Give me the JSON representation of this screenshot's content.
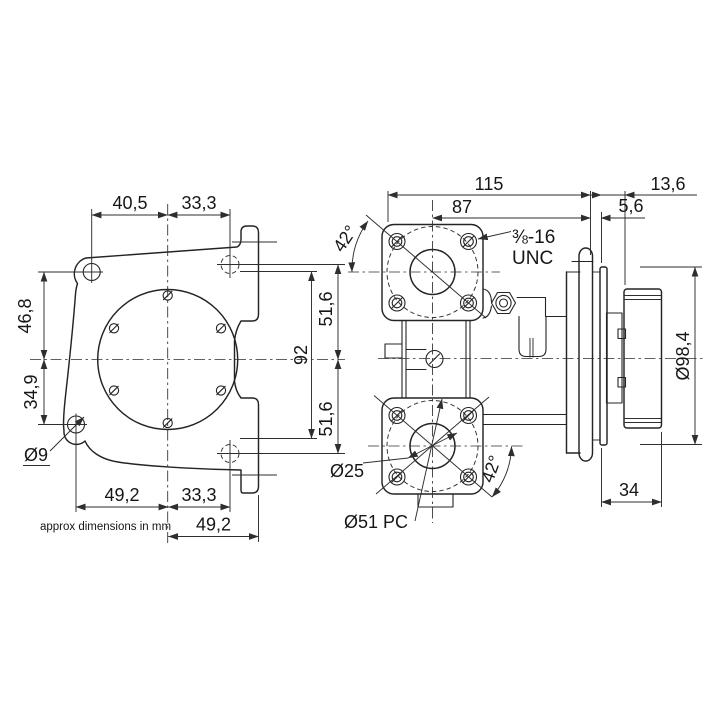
{
  "note": "approx dimensions in mm",
  "colors": {
    "line": "#242424",
    "background": "#ffffff"
  },
  "left_view": {
    "dims": {
      "top_left": "40,5",
      "top_right": "33,3",
      "left_upper": "46,8",
      "left_lower": "34,9",
      "bottom_row1_left": "49,2",
      "bottom_row1_right": "33,3",
      "bottom_row2": "49,2",
      "right_upper": "51,6",
      "right_middle": "92",
      "right_lower": "51,6",
      "hole_diameter": "Ø9"
    }
  },
  "right_view": {
    "dims": {
      "overall_width": "115",
      "flange_to_face": "87",
      "pulley_offset": "13,6",
      "plate_gap": "5,6",
      "angle_top": "42°",
      "angle_bottom": "42°",
      "port_bore": "Ø25",
      "bolt_circle": "Ø51 PC",
      "pulley_diameter": "Ø98,4",
      "pulley_width": "34"
    },
    "thread": {
      "size": "⅜-16",
      "series": "UNC"
    }
  }
}
